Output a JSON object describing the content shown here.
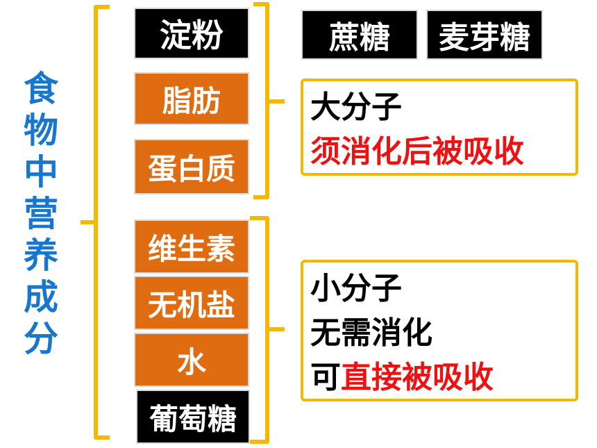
{
  "title_chars": [
    "食",
    "物",
    "中",
    "营",
    "养",
    "成",
    "分"
  ],
  "boxes": {
    "starch": "淀粉",
    "fat": "脂肪",
    "protein": "蛋白质",
    "vitamin": "维生素",
    "mineral": "无机盐",
    "water": "水",
    "glucose": "葡萄糖",
    "sucrose": "蔗糖",
    "maltose": "麦芽糖"
  },
  "large_molecule": {
    "line1": "大分子",
    "line2": "须消化后被吸收"
  },
  "small_molecule": {
    "line1": "小分子",
    "line2": "无需消化",
    "line3_prefix": "可",
    "line3_red": "直接被吸收"
  },
  "colors": {
    "title_blue": "#1777cc",
    "orange": "#e06c12",
    "bracket": "#f5b800",
    "red": "#ee1111"
  }
}
